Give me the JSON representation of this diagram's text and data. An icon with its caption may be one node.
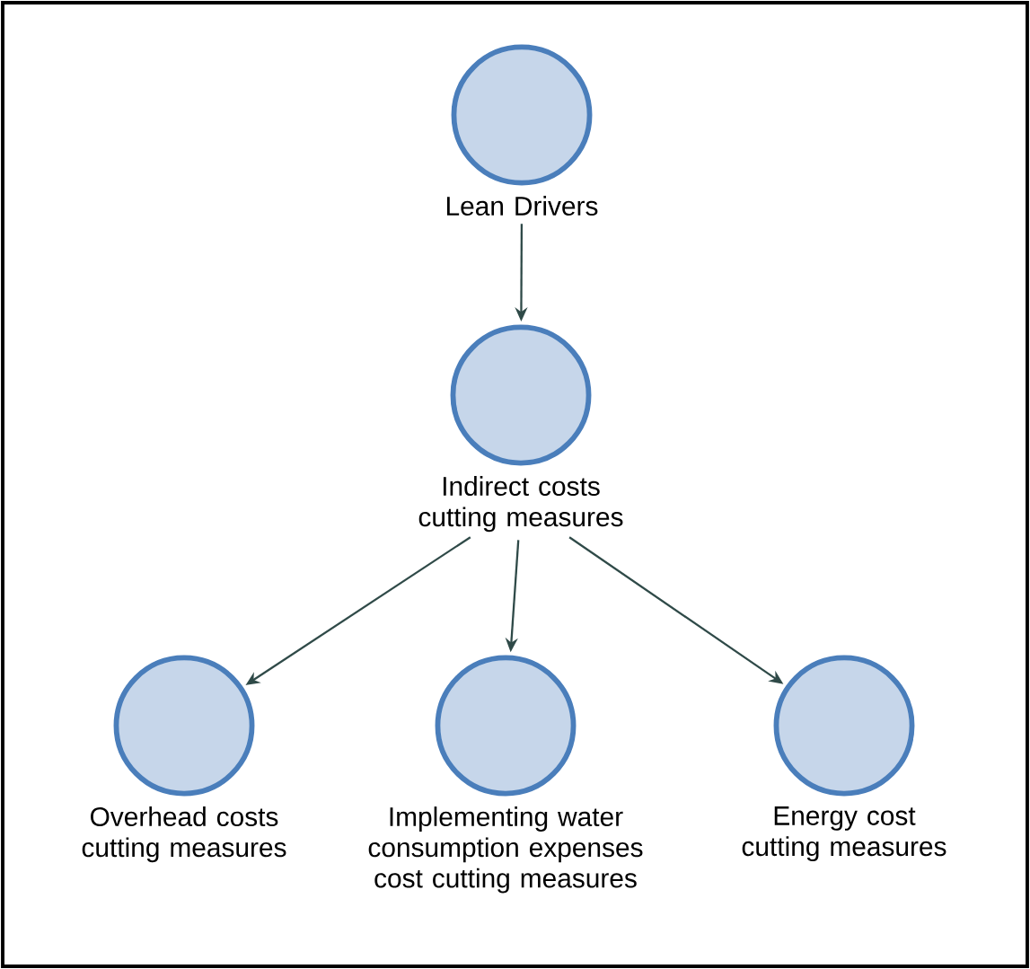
{
  "diagram": {
    "nodes": [
      {
        "text": [
          "Lean Drivers"
        ]
      },
      {
        "text": [
          "Indirect costs cutting measures"
        ]
      },
      {
        "text": [
          "Overhead costs cutting measures"
        ]
      },
      {
        "text": [
          "Implementing water consumption expenses cost cutting measures"
        ]
      },
      {
        "text": [
          "Energy cost cutting measures"
        ]
      }
    ],
    "edges": [
      {
        "from": 0,
        "to": 1,
        "arrow": "to"
      },
      {
        "from": 1,
        "to": 2,
        "arrow": "to"
      },
      {
        "from": 1,
        "to": 3,
        "arrow": "to"
      },
      {
        "from": 1,
        "to": 4,
        "arrow": "to"
      }
    ]
  }
}
